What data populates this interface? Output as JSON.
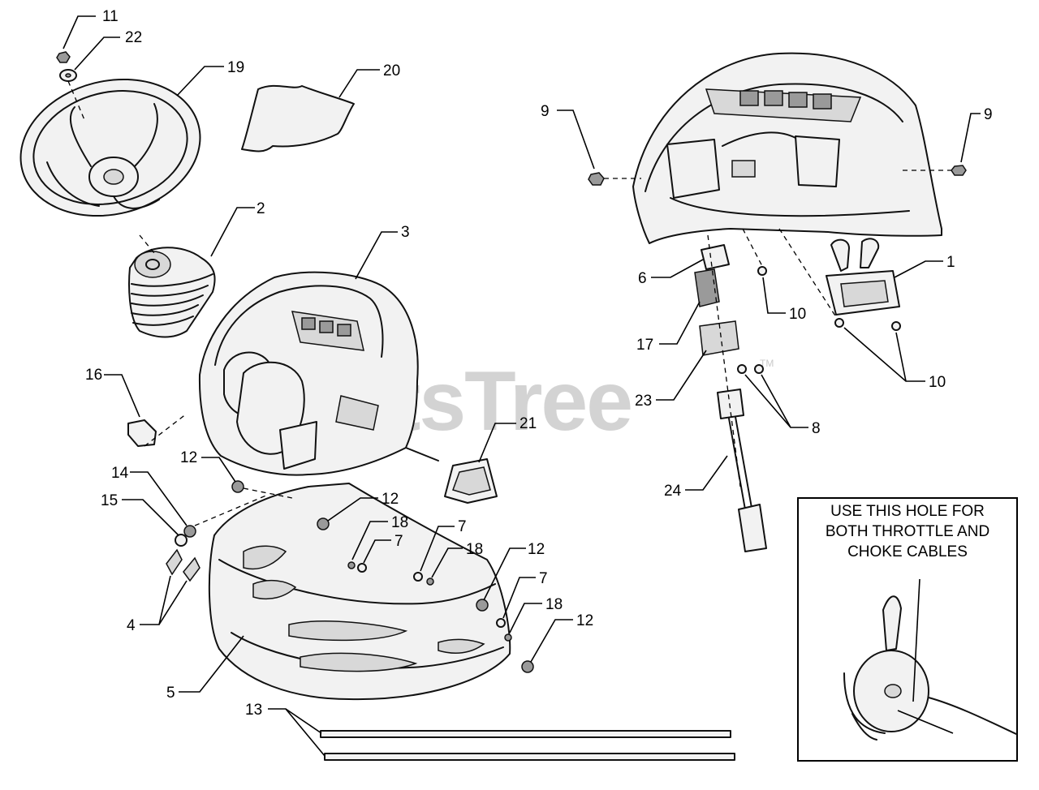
{
  "watermark": {
    "text": "PartsTree",
    "mark": "TM"
  },
  "note": {
    "lines": [
      "USE THIS HOLE FOR",
      "BOTH THROTTLE AND",
      "CHOKE CABLES"
    ]
  },
  "callouts": {
    "c11": "11",
    "c22": "22",
    "c19": "19",
    "c20": "20",
    "c2": "2",
    "c3": "3",
    "c16": "16",
    "c21": "21",
    "c12a": "12",
    "c14": "14",
    "c15": "15",
    "c12b": "12",
    "c18a": "18",
    "c7a": "7",
    "c7b": "7",
    "c18b": "18",
    "c12c": "12",
    "c7c": "7",
    "c18c": "18",
    "c12d": "12",
    "c4": "4",
    "c5": "5",
    "c13": "13",
    "c9a": "9",
    "c9b": "9",
    "c6": "6",
    "c1": "1",
    "c10a": "10",
    "c17": "17",
    "c10b": "10",
    "c23": "23",
    "c8": "8",
    "c24": "24"
  }
}
